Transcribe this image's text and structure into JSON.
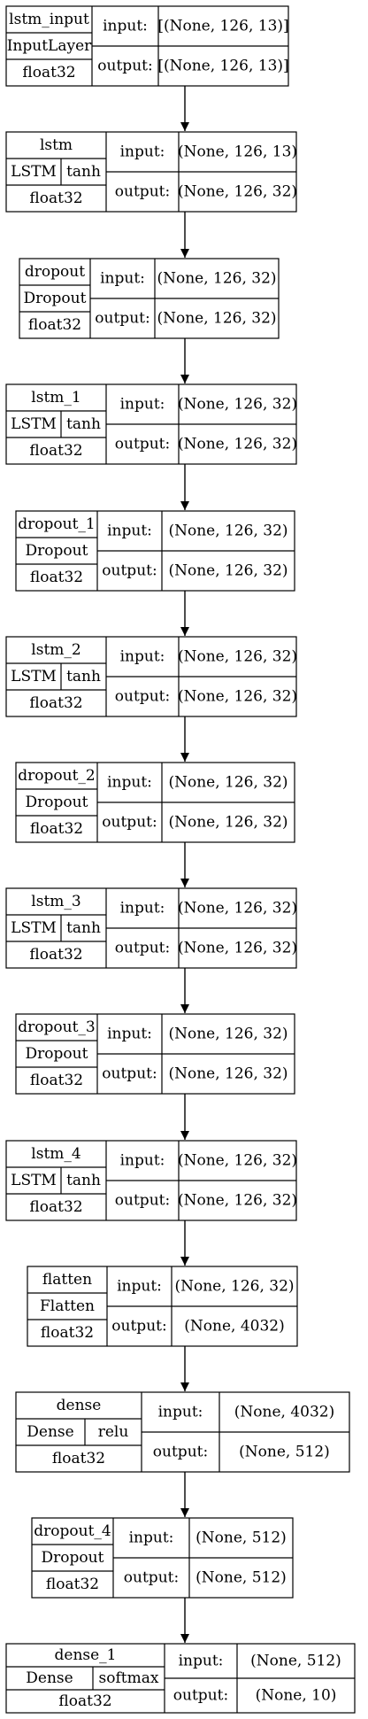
{
  "layers": [
    {
      "name": "lstm_input",
      "class": "InputLayer",
      "dtype": "float32",
      "input": "[(None, 126, 13)]",
      "output": "[(None, 126, 13)]"
    },
    {
      "name": "lstm",
      "class": "LSTM",
      "activation": "tanh",
      "dtype": "float32",
      "input": "(None, 126, 13)",
      "output": "(None, 126, 32)"
    },
    {
      "name": "dropout",
      "class": "Dropout",
      "dtype": "float32",
      "input": "(None, 126, 32)",
      "output": "(None, 126, 32)"
    },
    {
      "name": "lstm_1",
      "class": "LSTM",
      "activation": "tanh",
      "dtype": "float32",
      "input": "(None, 126, 32)",
      "output": "(None, 126, 32)"
    },
    {
      "name": "dropout_1",
      "class": "Dropout",
      "dtype": "float32",
      "input": "(None, 126, 32)",
      "output": "(None, 126, 32)"
    },
    {
      "name": "lstm_2",
      "class": "LSTM",
      "activation": "tanh",
      "dtype": "float32",
      "input": "(None, 126, 32)",
      "output": "(None, 126, 32)"
    },
    {
      "name": "dropout_2",
      "class": "Dropout",
      "dtype": "float32",
      "input": "(None, 126, 32)",
      "output": "(None, 126, 32)"
    },
    {
      "name": "lstm_3",
      "class": "LSTM",
      "activation": "tanh",
      "dtype": "float32",
      "input": "(None, 126, 32)",
      "output": "(None, 126, 32)"
    },
    {
      "name": "dropout_3",
      "class": "Dropout",
      "dtype": "float32",
      "input": "(None, 126, 32)",
      "output": "(None, 126, 32)"
    },
    {
      "name": "lstm_4",
      "class": "LSTM",
      "activation": "tanh",
      "dtype": "float32",
      "input": "(None, 126, 32)",
      "output": "(None, 126, 32)"
    },
    {
      "name": "flatten",
      "class": "Flatten",
      "dtype": "float32",
      "input": "(None, 126, 32)",
      "output": "(None, 4032)"
    },
    {
      "name": "dense",
      "class": "Dense",
      "activation": "relu",
      "dtype": "float32",
      "input": "(None, 4032)",
      "output": "(None, 512)"
    },
    {
      "name": "dropout_4",
      "class": "Dropout",
      "dtype": "float32",
      "input": "(None, 512)",
      "output": "(None, 512)"
    },
    {
      "name": "dense_1",
      "class": "Dense",
      "activation": "softmax",
      "dtype": "float32",
      "input": "(None, 512)",
      "output": "(None, 10)"
    }
  ],
  "io_labels": {
    "input": "input:",
    "output": "output:"
  }
}
